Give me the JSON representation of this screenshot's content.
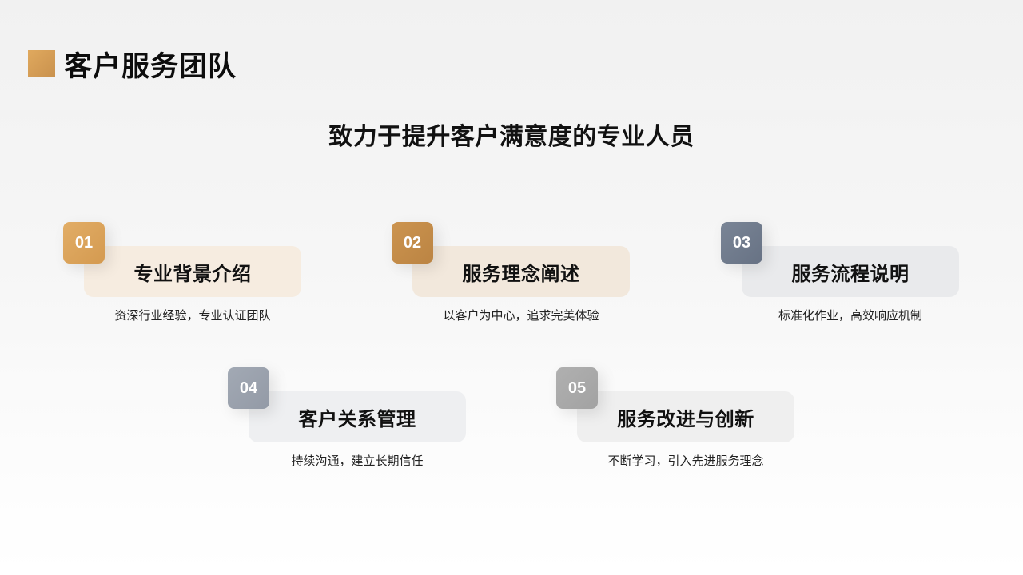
{
  "header": {
    "title": "客户服务团队",
    "subtitle": "致力于提升客户满意度的专业人员"
  },
  "colors": {
    "title_mark": "#d19b55",
    "background_top": "#f1f1f1",
    "background_bottom": "#ffffff"
  },
  "cards": [
    {
      "number": "01",
      "title": "专业背景介绍",
      "description": "资深行业经验，专业认证团队",
      "badge_color": "#dba35a",
      "panel_color": "#f6ece0"
    },
    {
      "number": "02",
      "title": "服务理念阐述",
      "description": "以客户为中心，追求完美体验",
      "badge_color": "#c48c4a",
      "panel_color": "#f2e8dc"
    },
    {
      "number": "03",
      "title": "服务流程说明",
      "description": "标准化作业，高效响应机制",
      "badge_color": "#707c8c",
      "panel_color": "#e9eaec"
    },
    {
      "number": "04",
      "title": "客户关系管理",
      "description": "持续沟通，建立长期信任",
      "badge_color": "#9aa1ac",
      "panel_color": "#eeeff1"
    },
    {
      "number": "05",
      "title": "服务改进与创新",
      "description": "不断学习，引入先进服务理念",
      "badge_color": "#a9a9a9",
      "panel_color": "#efefef"
    }
  ]
}
